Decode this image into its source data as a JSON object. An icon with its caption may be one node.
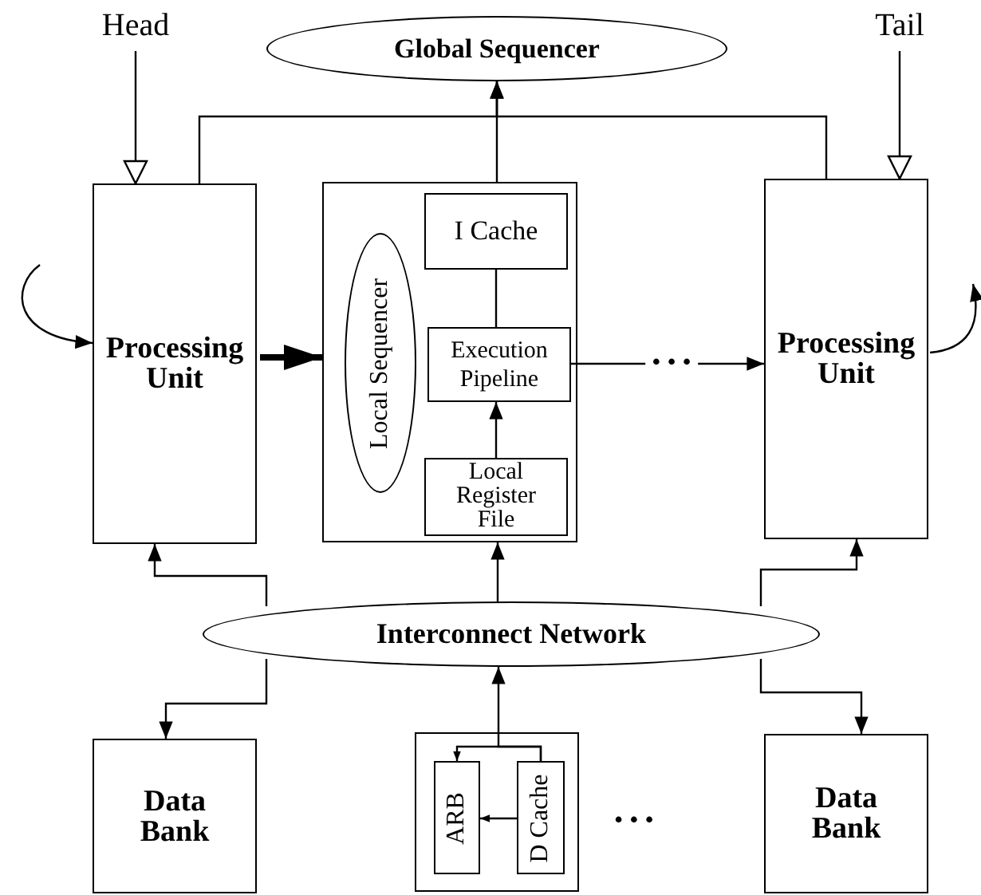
{
  "diagram": {
    "nodes": [
      {
        "text": [
          "Head"
        ]
      },
      {
        "text": [
          "Global Sequencer"
        ]
      },
      {
        "text": [
          "Tail"
        ]
      },
      {
        "text": [
          "Processing Unit"
        ]
      },
      {
        "text": [],
        "shape": "box"
      },
      {
        "text": [
          "I Cache"
        ],
        "in": 4
      },
      {
        "text": [
          "Local Sequencer"
        ],
        "in": 4
      },
      {
        "text": [
          "Execution Pipeline"
        ],
        "in": 4
      },
      {
        "text": [
          "Local Register File"
        ],
        "in": 4
      },
      {
        "text": [
          "Processing Unit"
        ]
      },
      {
        "text": [
          "Interconnect Network"
        ]
      },
      {
        "text": [
          "Data Bank"
        ]
      },
      {
        "text": [],
        "shape": "box"
      },
      {
        "text": [
          "ARB"
        ],
        "in": 12
      },
      {
        "text": [
          "D Cache"
        ],
        "in": 12
      },
      {
        "text": [
          "Data Bank"
        ]
      }
    ],
    "edges": [
      {
        "from": 0,
        "to": 3,
        "arrow": "to"
      },
      {
        "from": 2,
        "to": 9,
        "arrow": "to"
      },
      {
        "from": 3,
        "to": 1,
        "arrow": "to"
      },
      {
        "from": 4,
        "to": 1,
        "arrow": "to"
      },
      {
        "from": 9,
        "to": 1,
        "arrow": "to"
      },
      {
        "from": 5,
        "to": 7,
        "arrow": "none"
      },
      {
        "from": 8,
        "to": 7,
        "arrow": "to"
      },
      {
        "from": 3,
        "to": 4,
        "arrow": "to",
        "style": "thick"
      },
      {
        "from": 7,
        "to": 9,
        "arrow": "to",
        "label": "• • •"
      },
      {
        "from": null,
        "to": 3,
        "arrow": "to"
      },
      {
        "from": 9,
        "to": null,
        "arrow": "to"
      },
      {
        "from": 10,
        "to": 3,
        "arrow": "to"
      },
      {
        "from": 10,
        "to": 4,
        "arrow": "to"
      },
      {
        "from": 10,
        "to": 9,
        "arrow": "to"
      },
      {
        "from": 10,
        "to": 11,
        "arrow": "to"
      },
      {
        "from": 10,
        "to": 15,
        "arrow": "to"
      },
      {
        "from": 14,
        "to": 10,
        "arrow": "to"
      },
      {
        "from": 14,
        "to": 13,
        "arrow": "to"
      },
      {
        "from": 14,
        "to": 13,
        "arrow": "to"
      }
    ],
    "labels": [
      "• • •"
    ]
  }
}
